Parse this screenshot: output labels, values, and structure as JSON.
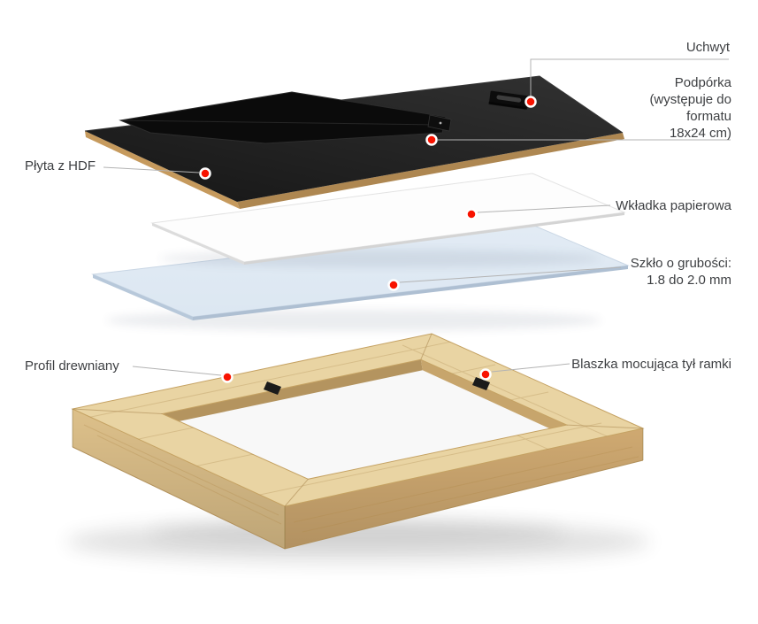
{
  "colors": {
    "background": "#ffffff",
    "marker": "#f81300",
    "marker_ring": "#ffffff",
    "leader_line": "#b3b3b3",
    "label_text": "#3d3f42",
    "board_top": "#161616",
    "stand": "#0b0b0b",
    "hdf_edge": "#c69a5d",
    "paper": "#fdfdfd",
    "glass": "#dce7f2",
    "wood_top": "#e9d4a3",
    "wood_side_left": "#ddc08a",
    "wood_side_right": "#cfa971",
    "frame_backing": "#f8f8f8",
    "metal_tab": "#1b1b1b"
  },
  "labels": {
    "uchwyt": "Uchwyt",
    "podporka": "Podpórka\n(występuje do\nformatu\n18x24 cm)",
    "plyta_hdf": "Płyta z HDF",
    "wkladka": "Wkładka papierowa",
    "szklo": "Szkło o grubości:\n1.8 do 2.0 mm",
    "profil": "Profil drewniany",
    "blaszka": "Blaszka mocująca tył ramki"
  }
}
